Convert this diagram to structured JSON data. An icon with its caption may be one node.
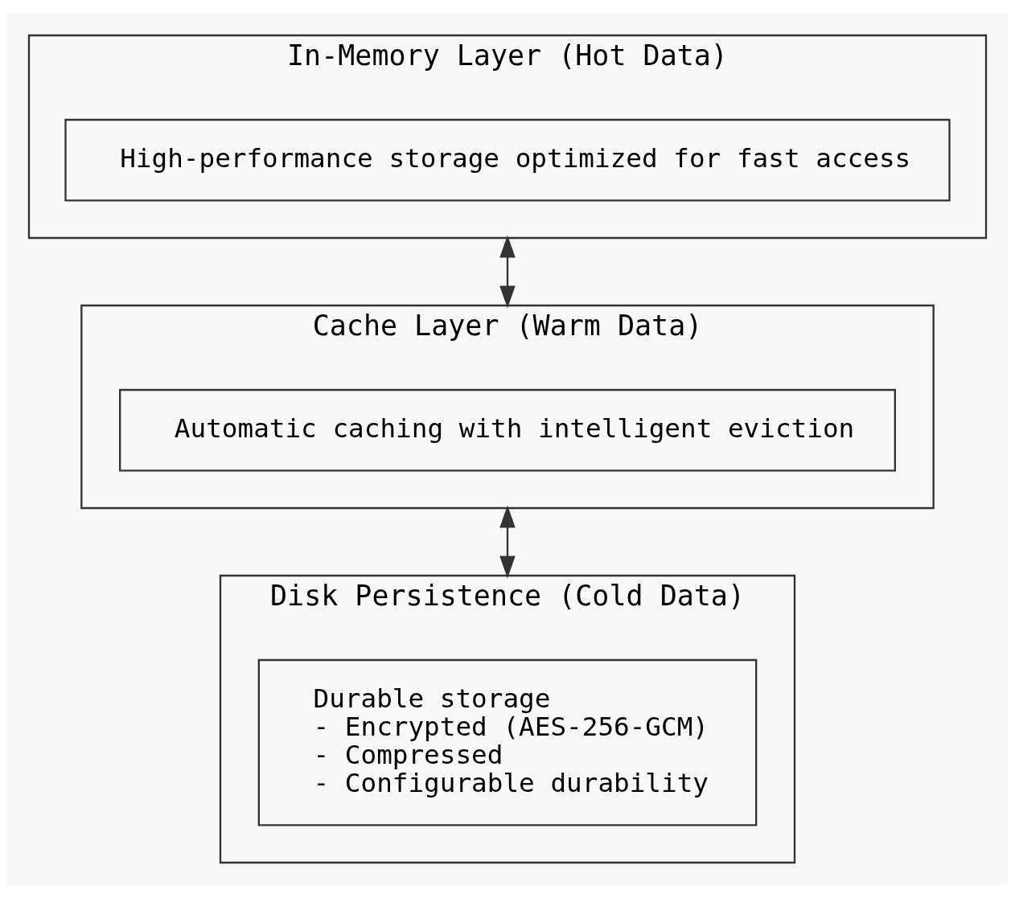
{
  "diagram": {
    "nodes": [
      {
        "text": [
          "In-Memory Layer (Hot Data)"
        ]
      },
      {
        "text": [
          "High-performance storage optimized for fast access"
        ],
        "in": 0
      },
      {
        "text": [
          "Cache Layer (Warm Data)"
        ]
      },
      {
        "text": [
          "Automatic caching with intelligent eviction"
        ],
        "in": 2
      },
      {
        "text": [
          "Disk Persistence (Cold Data)"
        ]
      },
      {
        "text": [
          "Durable storage",
          "- Encrypted (AES-256-GCM)",
          "- Compressed",
          "- Configurable durability"
        ],
        "in": 4
      }
    ],
    "edges": [
      {
        "from": 0,
        "to": 2,
        "arrow": "both"
      },
      {
        "from": 2,
        "to": 4,
        "arrow": "both"
      }
    ]
  }
}
